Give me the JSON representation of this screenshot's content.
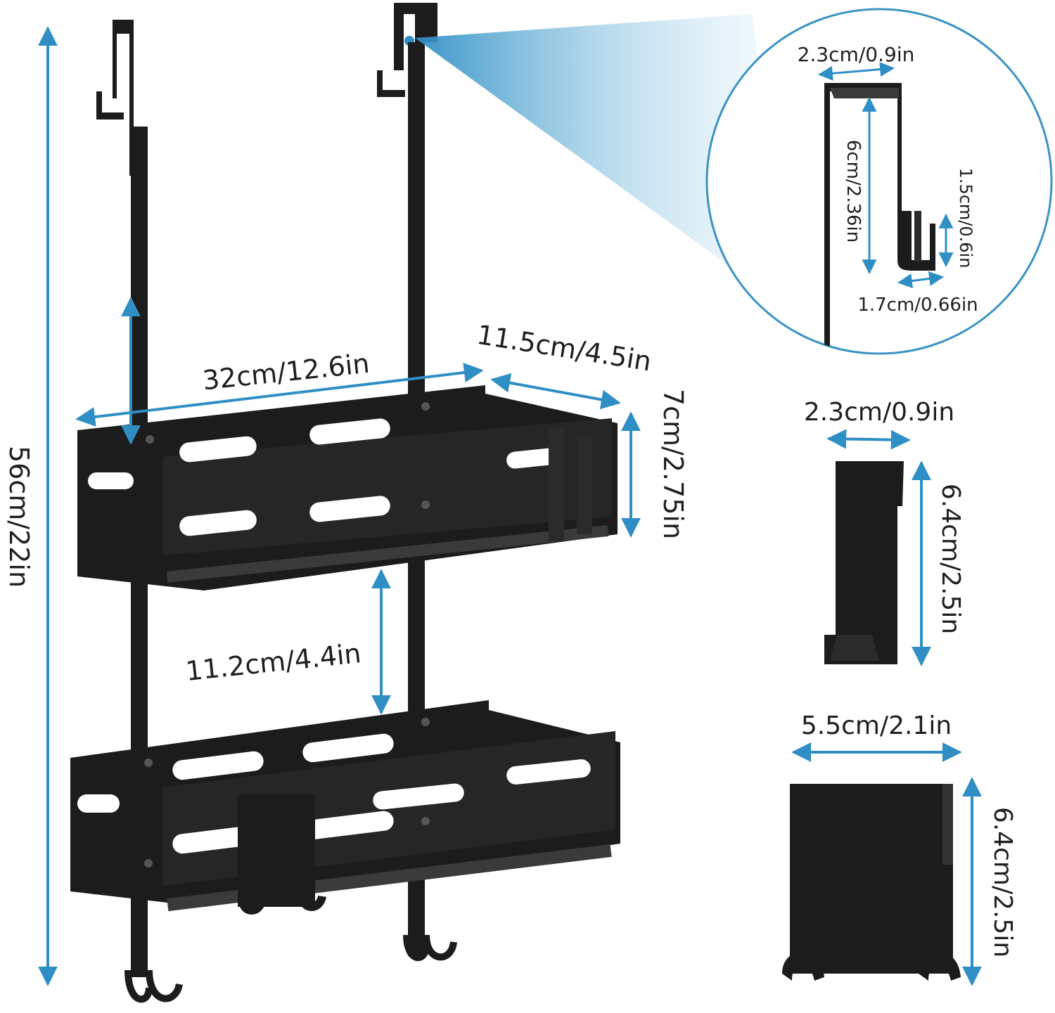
{
  "colors": {
    "background": "#ffffff",
    "dimension_line": "#2f8fc4",
    "metal": "#1c1c1c",
    "metal_edge": "#3a3a3a",
    "callout_ring": "#3a93c4"
  },
  "dimensions": {
    "total_height": "56cm/22in",
    "shelf_width": "32cm/12.6in",
    "shelf_depth": "11.5cm/4.5in",
    "shelf_height": "7cm/2.75in",
    "shelf_gap": "11.2cm/4.4in"
  },
  "hook_detail": {
    "top_width": "2.3cm/0.9in",
    "inner_height": "6cm/2.36in",
    "hook_height": "1.5cm/0.6in",
    "hook_width": "1.7cm/0.66in"
  },
  "side_hook": {
    "width": "2.3cm/0.9in",
    "height": "6.4cm/2.5in"
  },
  "double_hook": {
    "width": "5.5cm/2.1in",
    "height": "6.4cm/2.5in"
  }
}
